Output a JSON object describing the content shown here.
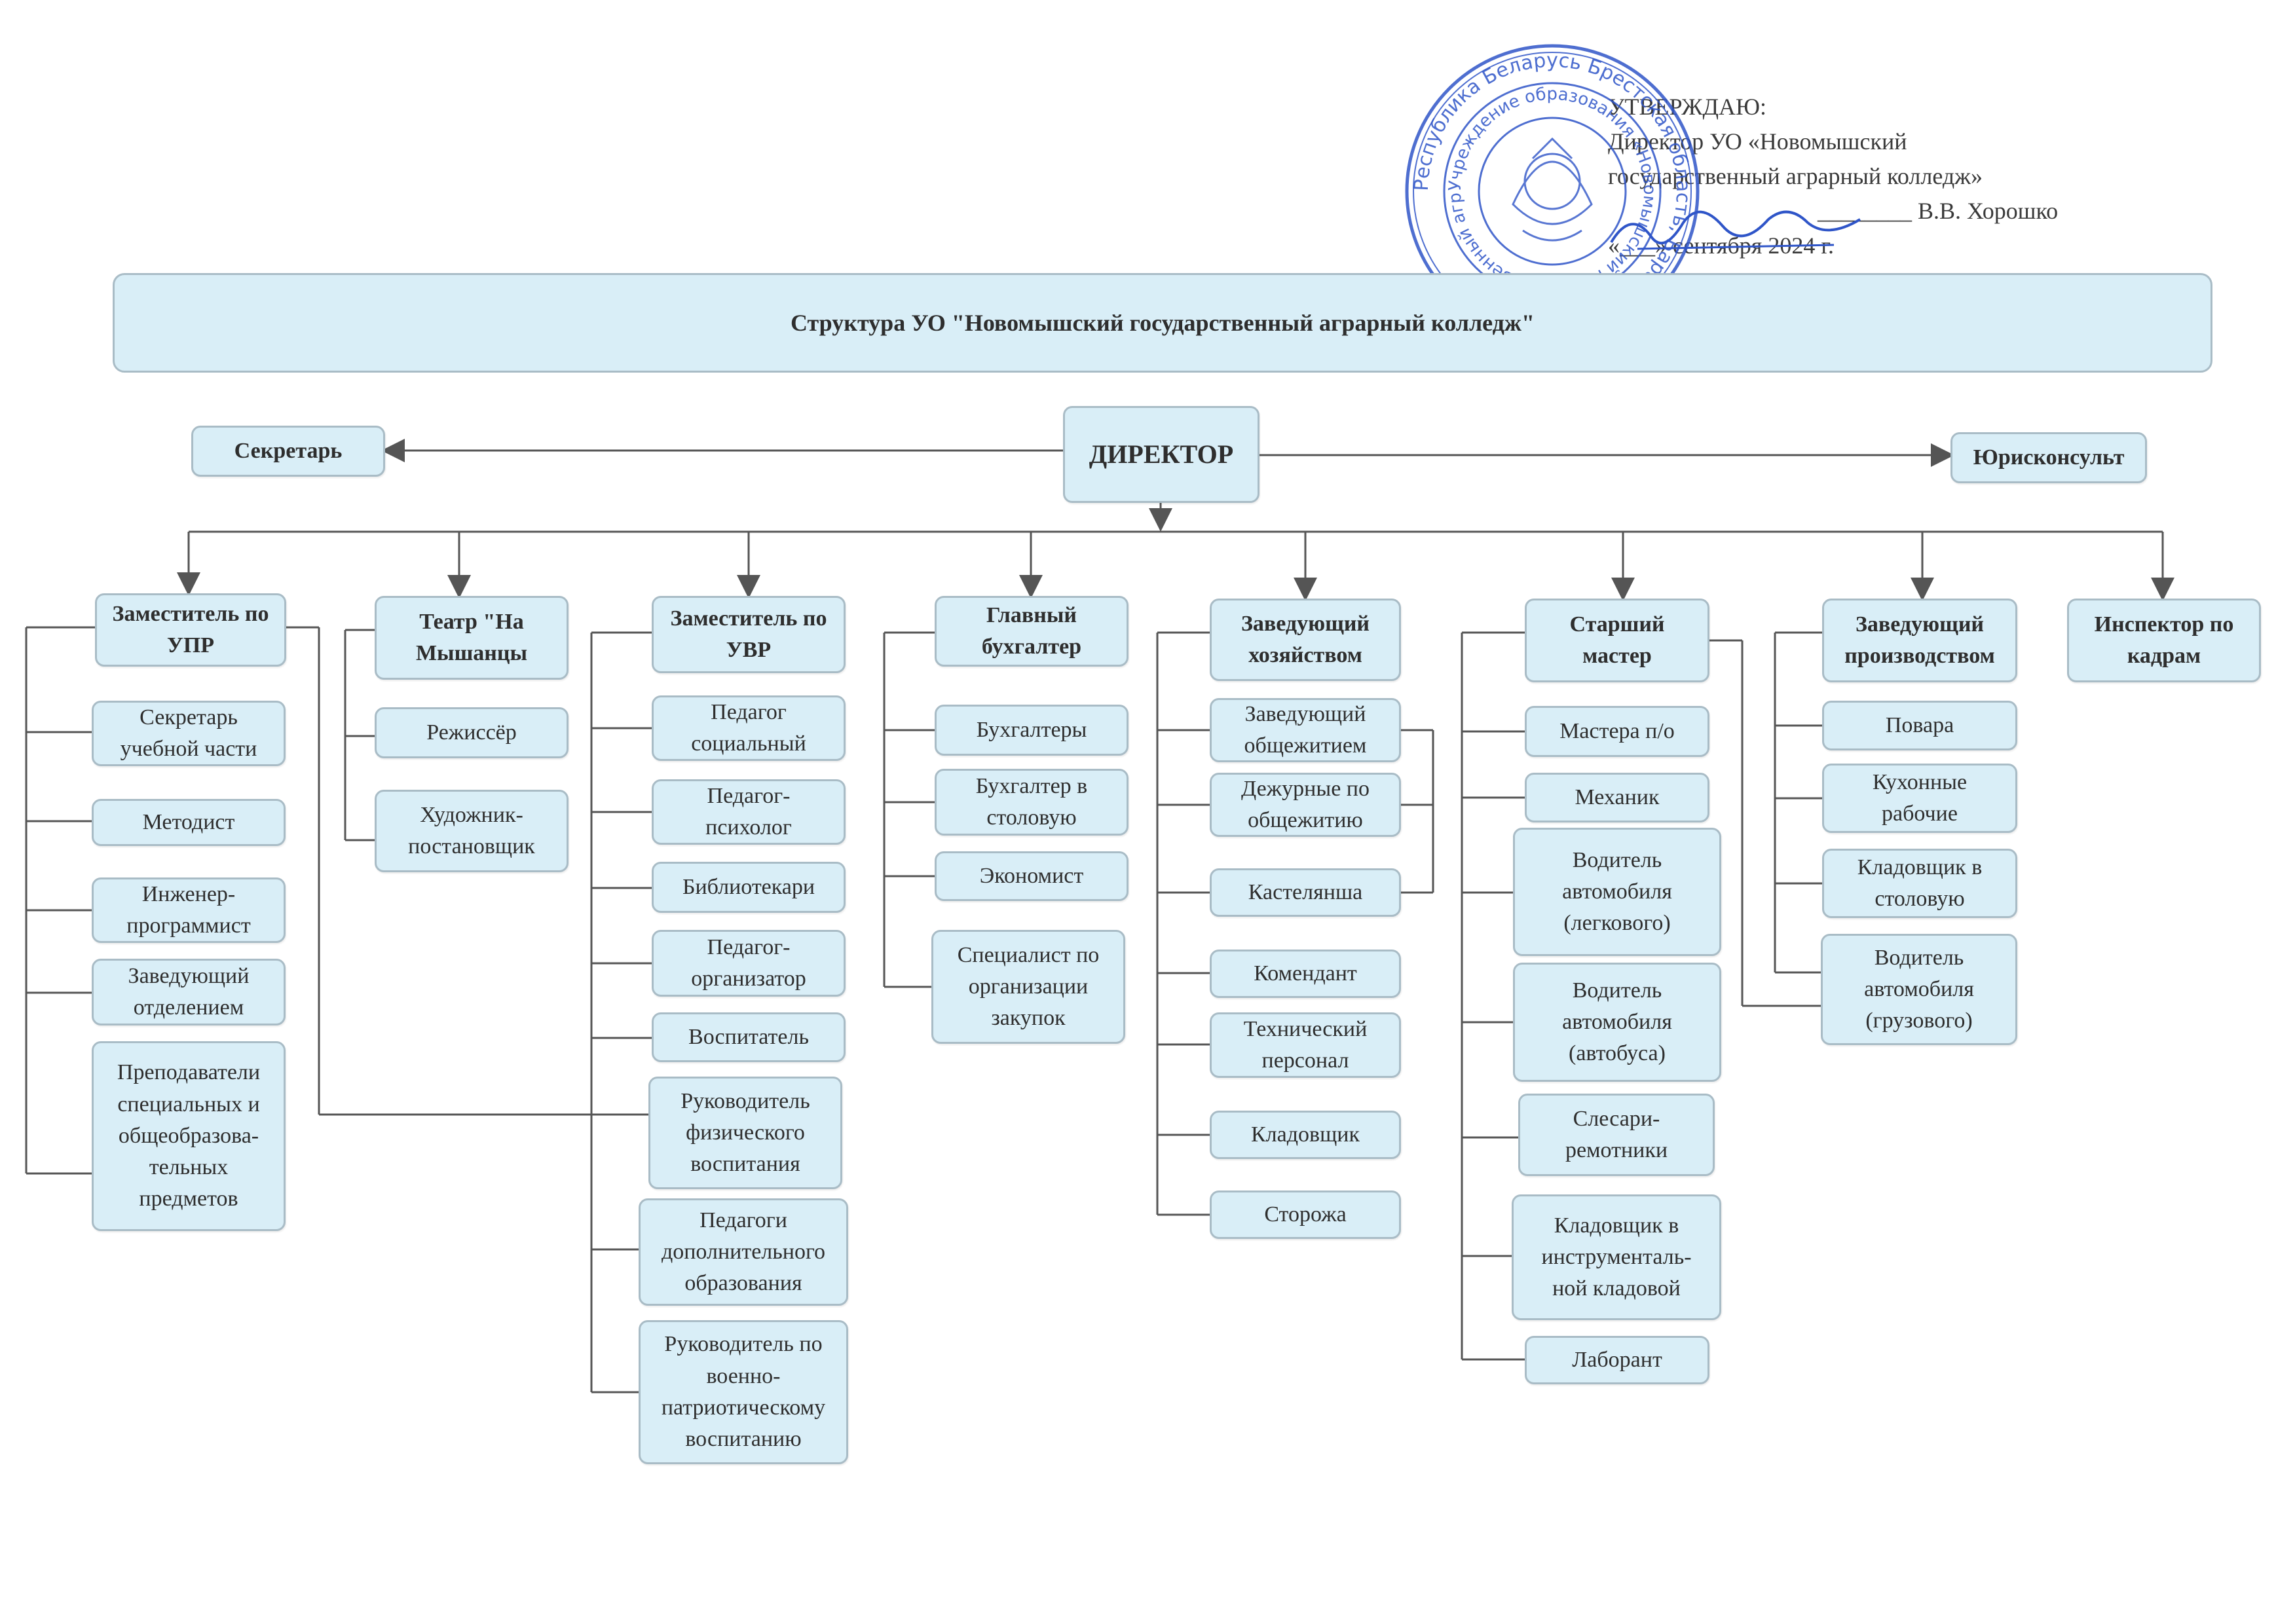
{
  "approval": {
    "line1": "УТВЕРЖДАЮ:",
    "line2": "Директор УО «Новомышский",
    "line3": "государственный аграрный колледж»",
    "line4": "________ В.В. Хорошко",
    "line5": "«___» сентября 2024 г."
  },
  "seal": {
    "outer_text": "Республика Беларусь Брестская область, Барановичский район",
    "inner_text": "Учреждение образования «Новомышский государственный аграрный колледж»"
  },
  "title": "Структура УО \"Новомышский государственный аграрный колледж\"",
  "director": "ДИРЕКТОР",
  "secretary": "Секретарь",
  "jurist": "Юрисконсульт",
  "departments": [
    {
      "head": "Заместитель по\nУПР",
      "staff": [
        "Секретарь\nучебной части",
        "Методист",
        "Инженер-\nпрограммист",
        "Заведующий\nотделением",
        "Преподаватели\nспециальных и\nобщеобразова-\nтельных\nпредметов"
      ]
    },
    {
      "head": "Театр \"На\nМышанцы",
      "staff": [
        "Режиссёр",
        "Художник-\nпостановщик"
      ]
    },
    {
      "head": "Заместитель по\nУВР",
      "staff": [
        "Педагог\nсоциальный",
        "Педагог-\nпсихолог",
        "Библиотекари",
        "Педагог-\nорганизатор",
        "Воспитатель",
        "Руководитель\nфизического\nвоспитания",
        "Педагоги\nдополнительного\nобразования",
        "Руководитель по\nвоенно-\nпатриотическому\nвоспитанию"
      ]
    },
    {
      "head": "Главный\nбухгалтер",
      "staff": [
        "Бухгалтеры",
        "Бухгалтер в\nстоловую",
        "Экономист",
        "Специалист по\nорганизации\nзакупок"
      ]
    },
    {
      "head": "Заведующий\nхозяйством",
      "staff": [
        "Заведующий\nобщежитием",
        "Дежурные по\nобщежитию",
        "Кастелянша",
        "Комендант",
        "Технический\nперсонал",
        "Кладовщик",
        "Сторожа"
      ]
    },
    {
      "head": "Старший\nмастер",
      "staff": [
        "Мастера п/о",
        "Механик",
        "Водитель\nавтомобиля\n(легкового)",
        "Водитель\nавтомобиля\n(автобуса)",
        "Слесари-\nремотники",
        "Кладовщик в\nинструменталь-\nной кладовой",
        "Лаборант"
      ]
    },
    {
      "head": "Заведующий\nпроизводством",
      "staff": [
        "Повара",
        "Кухонные\nрабочие",
        "Кладовщик в\nстоловую",
        "Водитель\nавтомобиля\n(грузового)"
      ]
    },
    {
      "head": "Инспектор по\nкадрам",
      "staff": []
    }
  ]
}
